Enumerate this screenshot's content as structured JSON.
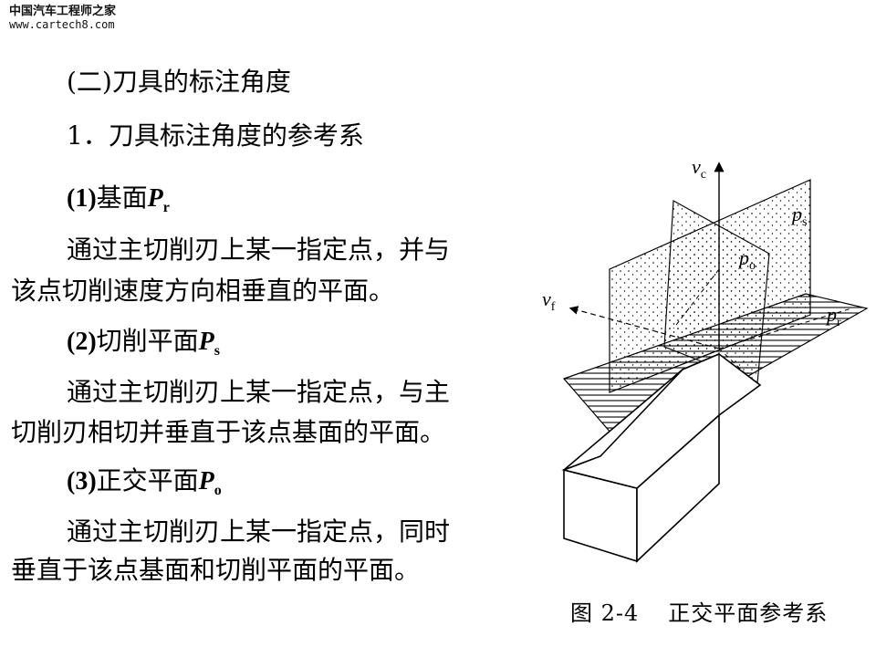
{
  "watermark": {
    "site_name": "中国汽车工程师之家",
    "url": "www.cartech8.com"
  },
  "section_title": "(二)刀具的标注角度",
  "subsection_title": "1．刀具标注角度的参考系",
  "items": [
    {
      "number": "(1)",
      "name": "基面",
      "symbol": "P",
      "subscript": "r",
      "desc_line1": "通过主切削刃上某一指定点，并与",
      "desc_line2": "该点切削速度方向相垂直的平面。"
    },
    {
      "number": "(2)",
      "name": "切削平面",
      "symbol": "P",
      "subscript": "s",
      "desc_line1": "通过主切削刃上某一指定点，与主",
      "desc_line2": "切削刃相切并垂直于该点基面的平面。"
    },
    {
      "number": "(3)",
      "name": "正交平面",
      "symbol": "P",
      "subscript": "o",
      "desc_line1": "通过主切削刃上某一指定点，同时",
      "desc_line2": "垂直于该点基面和切削平面的平面。"
    }
  ],
  "figure": {
    "caption_label": "图 2-4",
    "caption_text": "正交平面参考系",
    "labels": {
      "vc": {
        "main": "v",
        "sub": "c"
      },
      "vf": {
        "main": "v",
        "sub": "f"
      },
      "ps": {
        "main": "p",
        "sub": "s"
      },
      "po": {
        "main": "p",
        "sub": "o"
      },
      "pr": {
        "main": "p",
        "sub": "r"
      }
    }
  }
}
